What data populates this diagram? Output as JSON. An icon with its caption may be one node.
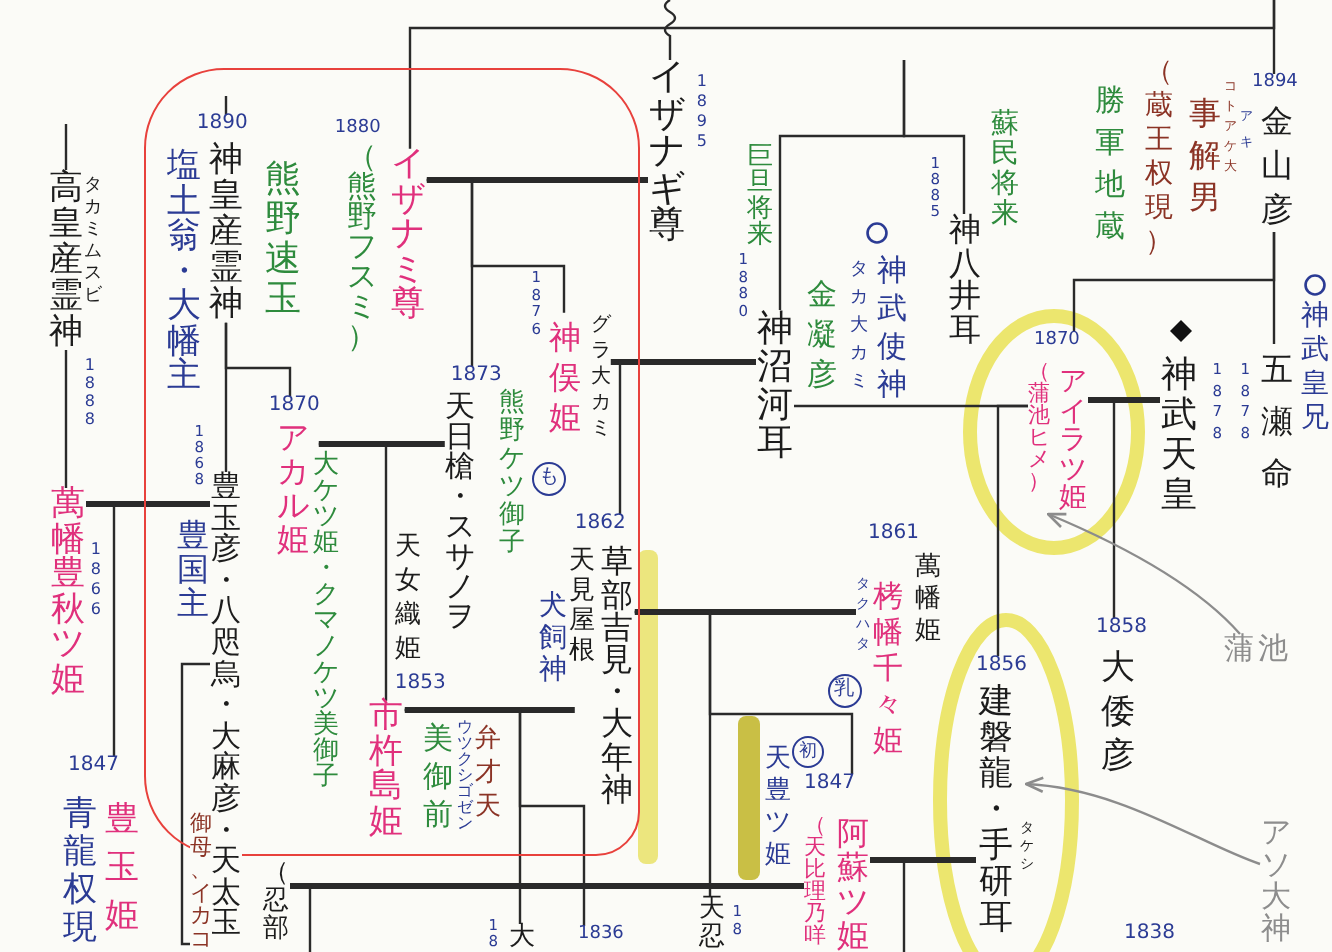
{
  "diagram": {
    "nodes": [
      {
        "text": [],
        "shape": "box"
      },
      {
        "text": [
          "高皇産霊神"
        ],
        "beside": [
          "タカミムスビ",
          "1888"
        ]
      },
      {
        "text": [
          "萬幡豊秋ツ姫"
        ],
        "beside": [
          "1866"
        ]
      },
      {
        "text": [
          "1847",
          "豊玉姫"
        ],
        "beside": [
          "青龍权現"
        ]
      },
      {
        "text": [
          "1890",
          "神皇産霊神"
        ],
        "beside": [
          "塩土翁・大幡主"
        ],
        "in": 0
      },
      {
        "text": [
          "豊玉彦・八咫烏・大麻彦・天太玉"
        ],
        "beside": [
          "1868",
          "豊国主"
        ]
      },
      {
        "text": [
          "（忍部"
        ]
      },
      {
        "text": [
          "1870",
          "アカル姫"
        ],
        "beside": [
          "大ケツ姫・クマノケツ美御子"
        ],
        "in": 0
      },
      {
        "text": [
          "イザナミ尊"
        ],
        "beside": [
          "1880",
          "（熊野フスミ）"
        ],
        "in": 0
      },
      {
        "text": [
          "1873",
          "天日槍・スサノヲ"
        ],
        "beside": [
          "熊野ケツ御子"
        ],
        "in": 0
      },
      {
        "text": [
          "も"
        ],
        "in": 0
      },
      {
        "text": [
          "市杵島姫"
        ],
        "beside": [
          "天女織姫",
          "1853",
          "美御前",
          "ウツクシゴゼン",
          "弁才天"
        ],
        "in": 0
      },
      {
        "text": [
          "神俣姫",
          "グラ大カミ"
        ],
        "beside": [
          "1876"
        ],
        "in": 0
      },
      {
        "text": [
          "大"
        ],
        "beside": [
          "18"
        ]
      },
      {
        "text": [
          "1862",
          "草部吉見・大年神"
        ],
        "beside": [
          "天見屋根",
          "犬飼神"
        ],
        "in": 0
      },
      {
        "text": [
          "イザナギ尊"
        ],
        "beside": [
          "1895"
        ]
      },
      {
        "text": [
          "天忍"
        ],
        "beside": [
          "18"
        ]
      },
      {
        "text": [
          "神沼河耳"
        ],
        "beside": [
          "巨旦将来",
          "1880",
          "金凝彦"
        ]
      },
      {
        "text": [
          "乳"
        ]
      },
      {
        "text": [
          "初"
        ]
      },
      {
        "text": [
          "1847",
          "（天比理乃咩",
          "阿蘇ツ姫"
        ]
      },
      {
        "text": [
          "タクハタ",
          "栲幡千々姫"
        ],
        "beside": [
          "1861",
          "萬幡姫"
        ]
      },
      {
        "text": [
          "神八井耳"
        ],
        "beside": [
          "1885",
          "蘇民将来"
        ]
      },
      {
        "text": [
          "1856",
          "建磐龍・手研耳"
        ],
        "beside": [
          "タケシ"
        ]
      },
      {
        "text": [
          "1870",
          "（蒲池ヒメ）",
          "アイラツ姫"
        ]
      },
      {
        "text": [
          "1858",
          "大倭彦"
        ]
      },
      {
        "text": [
          "神武天皇"
        ],
        "beside": [
          "1878"
        ]
      },
      {
        "text": [
          "1894",
          "金山彦"
        ],
        "beside": [
          "勝軍地蔵",
          "（蔵王权現）",
          "事解男",
          "コトアケ大",
          "アキ"
        ]
      },
      {
        "text": [
          "五瀬命"
        ],
        "beside": [
          "1878"
        ]
      },
      {
        "text": [
          "蒲池"
        ]
      },
      {
        "text": [
          "アソ大神"
        ]
      },
      {
        "text": [
          "御母、イカコ"
        ]
      },
      {
        "text": [
          "1836"
        ]
      }
    ],
    "edges": [
      {
        "from": null,
        "to": 1,
        "arrow": "none"
      },
      {
        "from": 1,
        "to": 2,
        "arrow": "none"
      },
      {
        "from": 2,
        "to": 5,
        "arrow": "none",
        "style": "thick"
      },
      {
        "from": 2,
        "to": 3,
        "arrow": "none"
      },
      {
        "from": null,
        "to": 4,
        "arrow": "none"
      },
      {
        "from": 4,
        "to": 5,
        "arrow": "none"
      },
      {
        "from": 4,
        "to": 7,
        "arrow": "none"
      },
      {
        "from": 5,
        "to": 31,
        "arrow": "none"
      },
      {
        "from": null,
        "to": 8,
        "arrow": "none"
      },
      {
        "from": null,
        "to": 27,
        "arrow": "none"
      },
      {
        "from": null,
        "to": 15,
        "arrow": "none"
      },
      {
        "from": 8,
        "to": 15,
        "arrow": "none",
        "style": "thick"
      },
      {
        "from": 8,
        "to": 9,
        "arrow": "none"
      },
      {
        "from": 8,
        "to": 12,
        "arrow": "none"
      },
      {
        "from": 7,
        "to": 9,
        "arrow": "none",
        "style": "thick"
      },
      {
        "from": 7,
        "to": 11,
        "arrow": "none"
      },
      {
        "from": 12,
        "to": 17,
        "arrow": "none",
        "style": "thick"
      },
      {
        "from": 17,
        "to": 14,
        "arrow": "none"
      },
      {
        "from": 11,
        "to": 14,
        "arrow": "none",
        "style": "thick"
      },
      {
        "from": 11,
        "to": 13,
        "arrow": "none"
      },
      {
        "from": 11,
        "to": 32,
        "arrow": "none"
      },
      {
        "from": 14,
        "to": 21,
        "arrow": "none",
        "style": "thick"
      },
      {
        "from": 14,
        "to": 16,
        "arrow": "none"
      },
      {
        "from": 14,
        "to": 20,
        "arrow": "none"
      },
      {
        "from": 6,
        "to": 20,
        "arrow": "none",
        "style": "thick"
      },
      {
        "from": 6,
        "to": null,
        "arrow": "none"
      },
      {
        "from": 20,
        "to": 23,
        "arrow": "none",
        "style": "thick"
      },
      {
        "from": 20,
        "to": null,
        "arrow": "none"
      },
      {
        "from": null,
        "to": 17,
        "arrow": "none"
      },
      {
        "from": null,
        "to": 22,
        "arrow": "none"
      },
      {
        "from": 17,
        "to": 24,
        "arrow": "none"
      },
      {
        "from": 24,
        "to": 23,
        "arrow": "none"
      },
      {
        "from": 24,
        "to": 26,
        "arrow": "none",
        "style": "thick"
      },
      {
        "from": 26,
        "to": 25,
        "arrow": "none"
      },
      {
        "from": 27,
        "to": 28,
        "arrow": "none"
      },
      {
        "from": 27,
        "to": 24,
        "arrow": "none"
      },
      {
        "from": 29,
        "to": 24,
        "arrow": "to",
        "color": "#8c8c8c"
      },
      {
        "from": 30,
        "to": 23,
        "arrow": "to",
        "color": "#8c8c8c"
      }
    ],
    "labels": [
      "熊野速玉",
      "タカ大カミ",
      "神武使神",
      "神武皇兄",
      "天豊ツ姫",
      "1838"
    ]
  }
}
